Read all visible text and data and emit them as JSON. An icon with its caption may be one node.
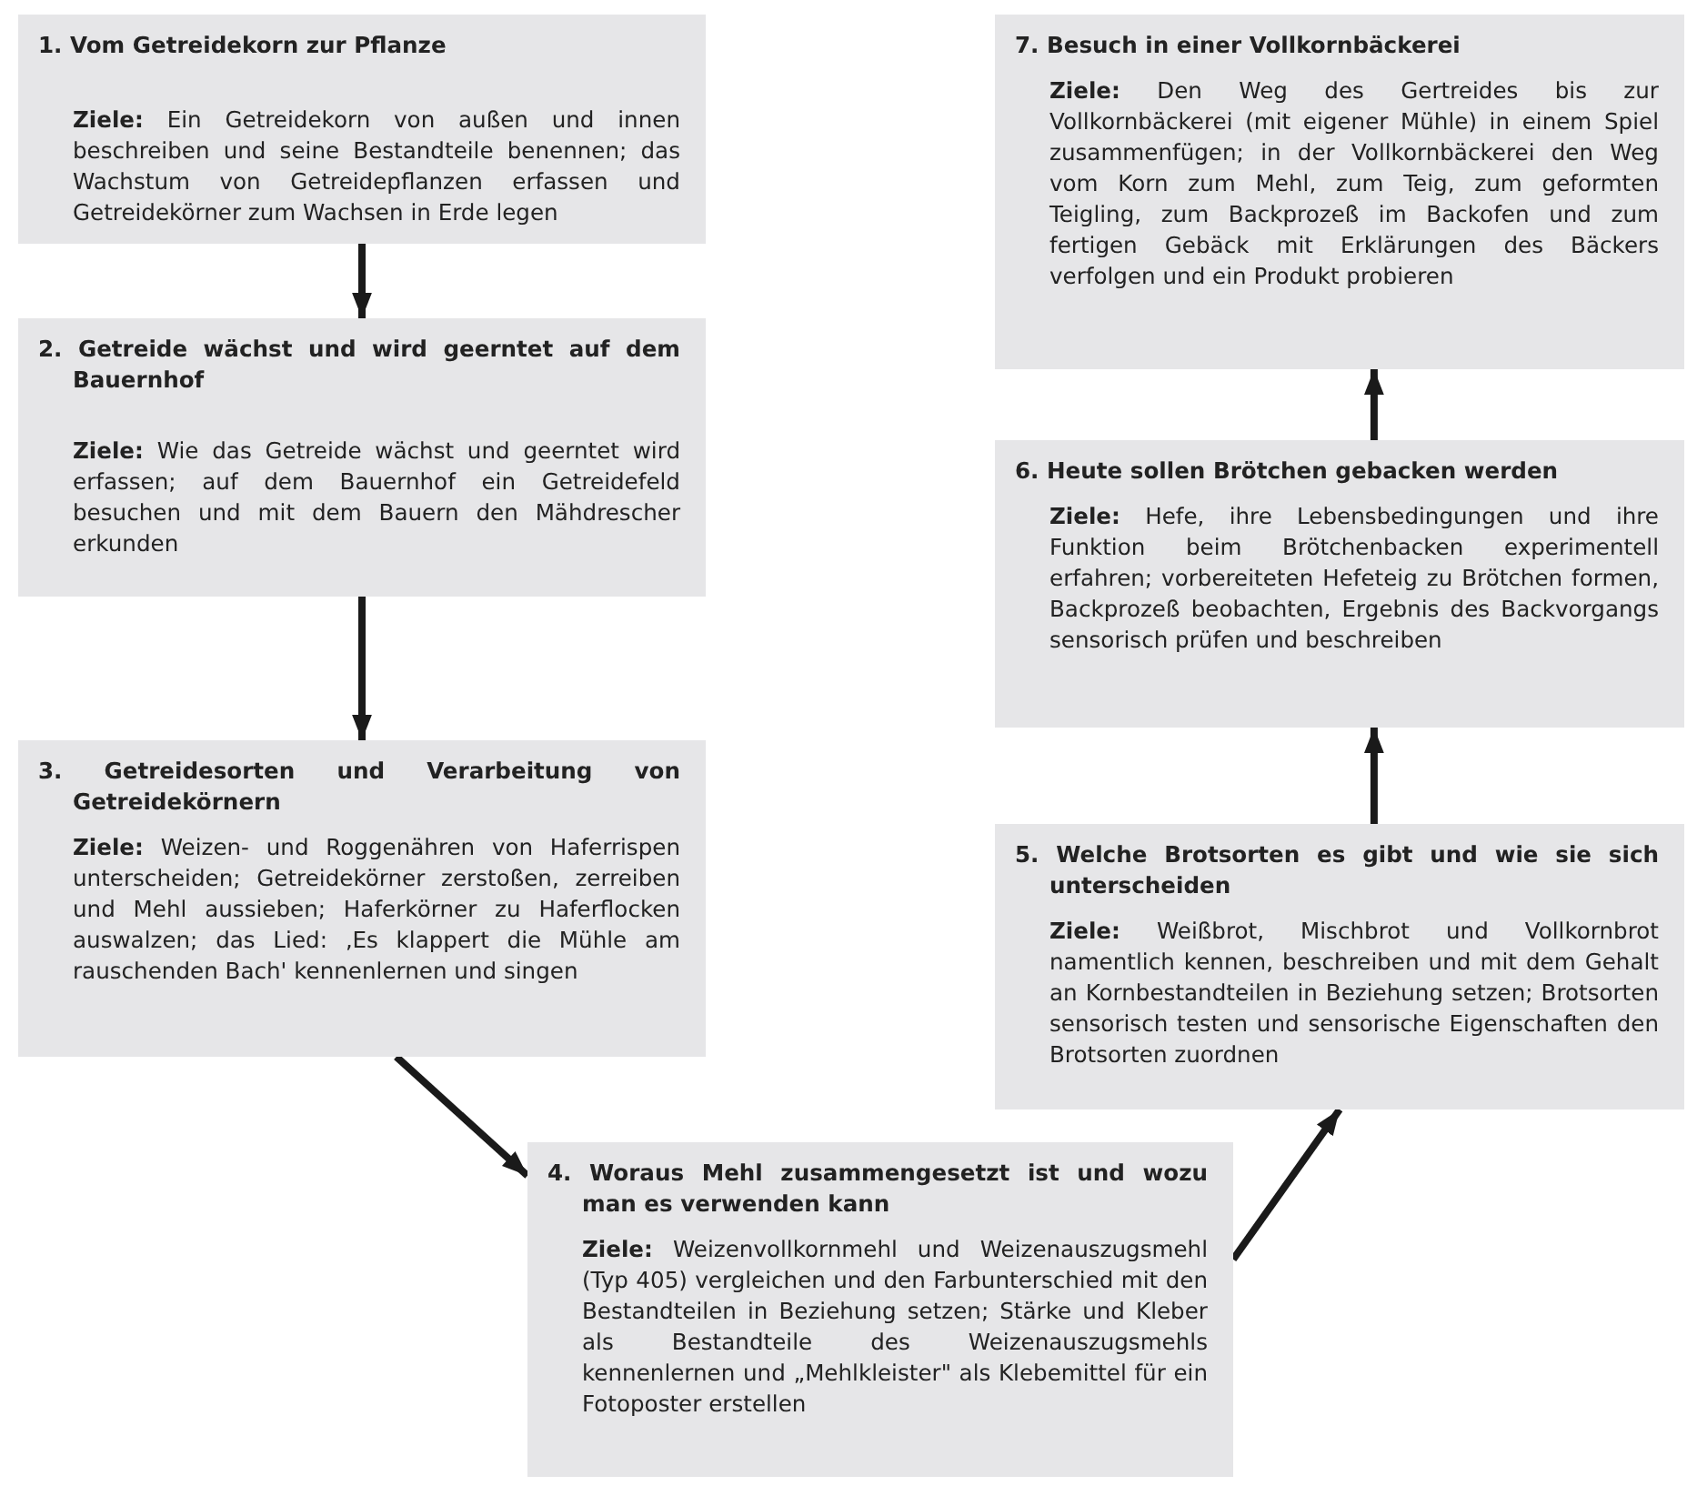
{
  "diagram": {
    "nodes": [
      {
        "text": [
          "1. Vom Getreidekorn zur Pflanze",
          "**Ziele:** Ein Getreidekorn von außen und innen beschreiben und seine Bestandteile benennen; das Wachstum von Getreidepflanzen erfassen und Getreidekörner zum Wachsen in Erde legen"
        ]
      },
      {
        "text": [
          "2. Getreide wächst und wird geerntet auf dem Bauernhof",
          "**Ziele:** Wie das Getreide wächst und geerntet wird erfassen; auf dem Bauernhof ein Getreidefeld besuchen und mit dem Bauern den Mähdrescher erkunden"
        ]
      },
      {
        "text": [
          "3. Getreidesorten und Verarbeitung von Getreidekörnern",
          "**Ziele:** Weizen- und Roggenähren von Haferrispen unterscheiden; Getreidekörner zerstoßen, zerreiben und Mehl aussieben; Haferkörner zu Haferflocken auswalzen; das Lied: ‚Es klappert die Mühle am rauschenden Bach' kennenlernen und singen"
        ]
      },
      {
        "text": [
          "4. Woraus Mehl zusammengesetzt ist und wozu man es verwenden kann",
          "**Ziele:** Weizenvollkornmehl und Weizenauszugsmehl (Typ 405) vergleichen und den Farbunterschied mit den Bestandteilen in Beziehung setzen; Stärke und Kleber als Bestandteile des Weizenauszugsmehls kennenlernen und „Mehlkleister\" als Klebemittel für ein Fotoposter erstellen"
        ]
      },
      {
        "text": [
          "5. Welche Brotsorten es gibt und wie sie sich unterscheiden",
          "**Ziele:** Weißbrot, Mischbrot und Vollkornbrot namentlich kennen, beschreiben und mit dem Gehalt an Kornbestandteilen in Beziehung setzen; Brotsorten sensorisch testen und sensorische Eigenschaften den Brotsorten zuordnen"
        ]
      },
      {
        "text": [
          "6. Heute sollen Brötchen gebacken werden",
          "**Ziele:** Hefe, ihre Lebensbedingungen und ihre Funktion beim Brötchenbacken experimentell erfahren; vorbereiteten Hefeteig zu Brötchen formen, Backprozeß beobachten, Ergebnis des Backvorgangs sensorisch prüfen und beschreiben"
        ]
      },
      {
        "text": [
          "7. Besuch in einer Vollkornbäckerei",
          "**Ziele:** Den Weg des Gertreides bis zur Vollkornbäckerei (mit eigener Mühle) in einem Spiel zusammenfügen; in der Vollkornbäckerei den Weg vom Korn zum Mehl, zum Teig, zum geformten Teigling, zum Backprozeß im Backofen und zum fertigen Gebäck mit Erklärungen des Bäckers verfolgen und ein Produkt probieren"
        ]
      }
    ],
    "edges": [
      {
        "from": 0,
        "to": 1,
        "arrow": "to"
      },
      {
        "from": 1,
        "to": 2,
        "arrow": "to"
      },
      {
        "from": 2,
        "to": 3,
        "arrow": "to"
      },
      {
        "from": 3,
        "to": 4,
        "arrow": "to"
      },
      {
        "from": 4,
        "to": 5,
        "arrow": "to"
      },
      {
        "from": 5,
        "to": 6,
        "arrow": "to"
      }
    ]
  }
}
